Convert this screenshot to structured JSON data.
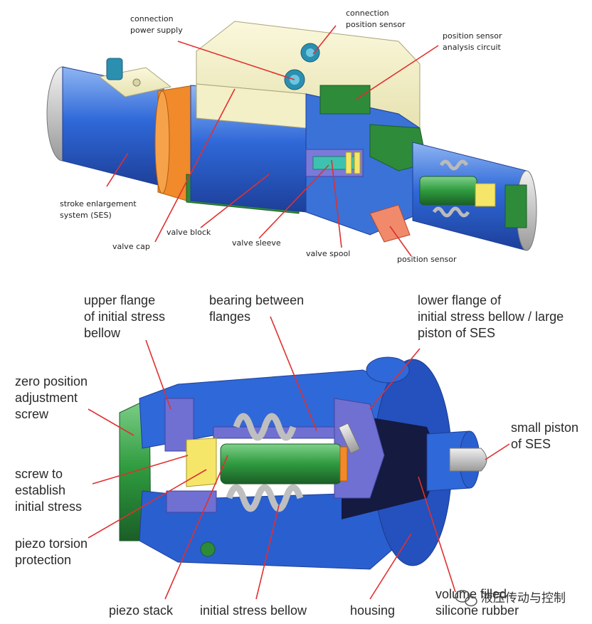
{
  "top_diagram": {
    "labels": {
      "connection_power_supply": [
        "connection",
        "power supply"
      ],
      "connection_position_sensor": [
        "connection",
        "position sensor"
      ],
      "position_sensor_analysis_circuit": [
        "position sensor",
        "analysis circuit"
      ],
      "stroke_enlargement_system": [
        "stroke enlargement",
        "system (SES)"
      ],
      "valve_block": "valve block",
      "valve_cap": "valve cap",
      "valve_sleeve": "valve sleeve",
      "valve_spool": "valve spool",
      "position_sensor": "position sensor"
    }
  },
  "bottom_diagram": {
    "labels": {
      "upper_flange": [
        "upper flange",
        "of initial stress",
        "bellow"
      ],
      "bearing_between_flanges": [
        "bearing between",
        "flanges"
      ],
      "lower_flange": [
        "lower flange of",
        "initial stress bellow / large",
        "piston of SES"
      ],
      "zero_position_screw": [
        "zero position",
        "adjustment",
        "screw"
      ],
      "small_piston": [
        "small piston",
        "of SES"
      ],
      "screw_initial_stress": [
        "screw to",
        "establish",
        "initial stress"
      ],
      "piezo_torsion_protection": [
        "piezo torsion",
        "protection"
      ],
      "piezo_stack": "piezo stack",
      "initial_stress_bellow": "initial stress bellow",
      "housing": "housing",
      "volume_filled": [
        "volume filled",
        "silicone rubber"
      ]
    }
  },
  "watermark": "液压传动与控制",
  "watermark_icon": "wechat-icon",
  "colors": {
    "leader": "#e03030",
    "housing_blue": "#2a5fcf",
    "cream": "#f3f0c8",
    "green": "#2e8b3a",
    "orange": "#f08a2a",
    "purple": "#6f6fd0",
    "yellow": "#f5e66a"
  }
}
